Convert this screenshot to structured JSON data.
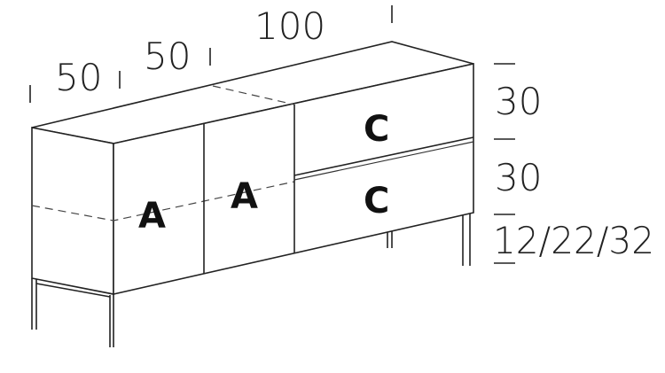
{
  "dimensions": {
    "width_left_1": "50",
    "width_left_2": "50",
    "width_right": "100",
    "height_drawer_top": "30",
    "height_drawer_bottom": "30",
    "height_legs": "12/22/32"
  },
  "modules": {
    "door_left": "A",
    "door_middle": "A",
    "drawer_top": "C",
    "drawer_bottom": "C"
  }
}
